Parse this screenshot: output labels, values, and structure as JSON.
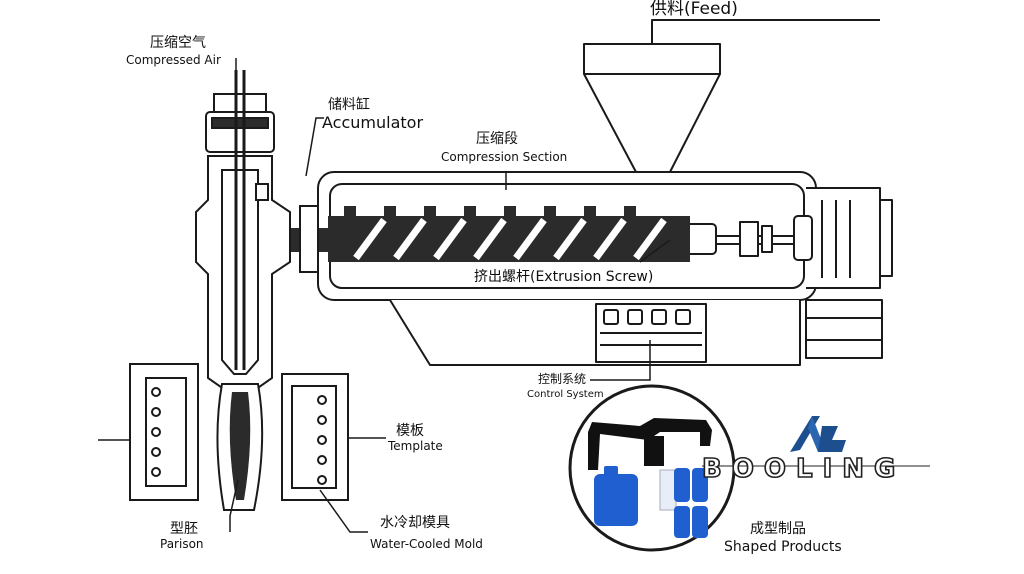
{
  "labels": {
    "feed": "供料(Feed)",
    "compressed_air_zh": "压缩空气",
    "compressed_air_en": "Compressed Air",
    "accumulator_zh": "储料缸",
    "accumulator_en": "Accumulator",
    "compression_zh": "压缩段",
    "compression_en": "Compression Section",
    "screw": "挤出螺杆(Extrusion Screw)",
    "control_zh": "控制系统",
    "control_en": "Control System",
    "template_zh": "模板",
    "template_en": "Template",
    "parison_zh": "型胚",
    "parison_en": "Parison",
    "mold_zh": "水冷却模具",
    "mold_en": "Water-Cooled Mold",
    "products_zh": "成型制品",
    "products_en": "Shaped Products"
  },
  "brand": {
    "name": "BOOLING",
    "color": "#1d4f8f"
  },
  "colors": {
    "line": "#1a1a1a",
    "screw": "#2b2b2b",
    "product_blue": "#1f5fd0"
  }
}
